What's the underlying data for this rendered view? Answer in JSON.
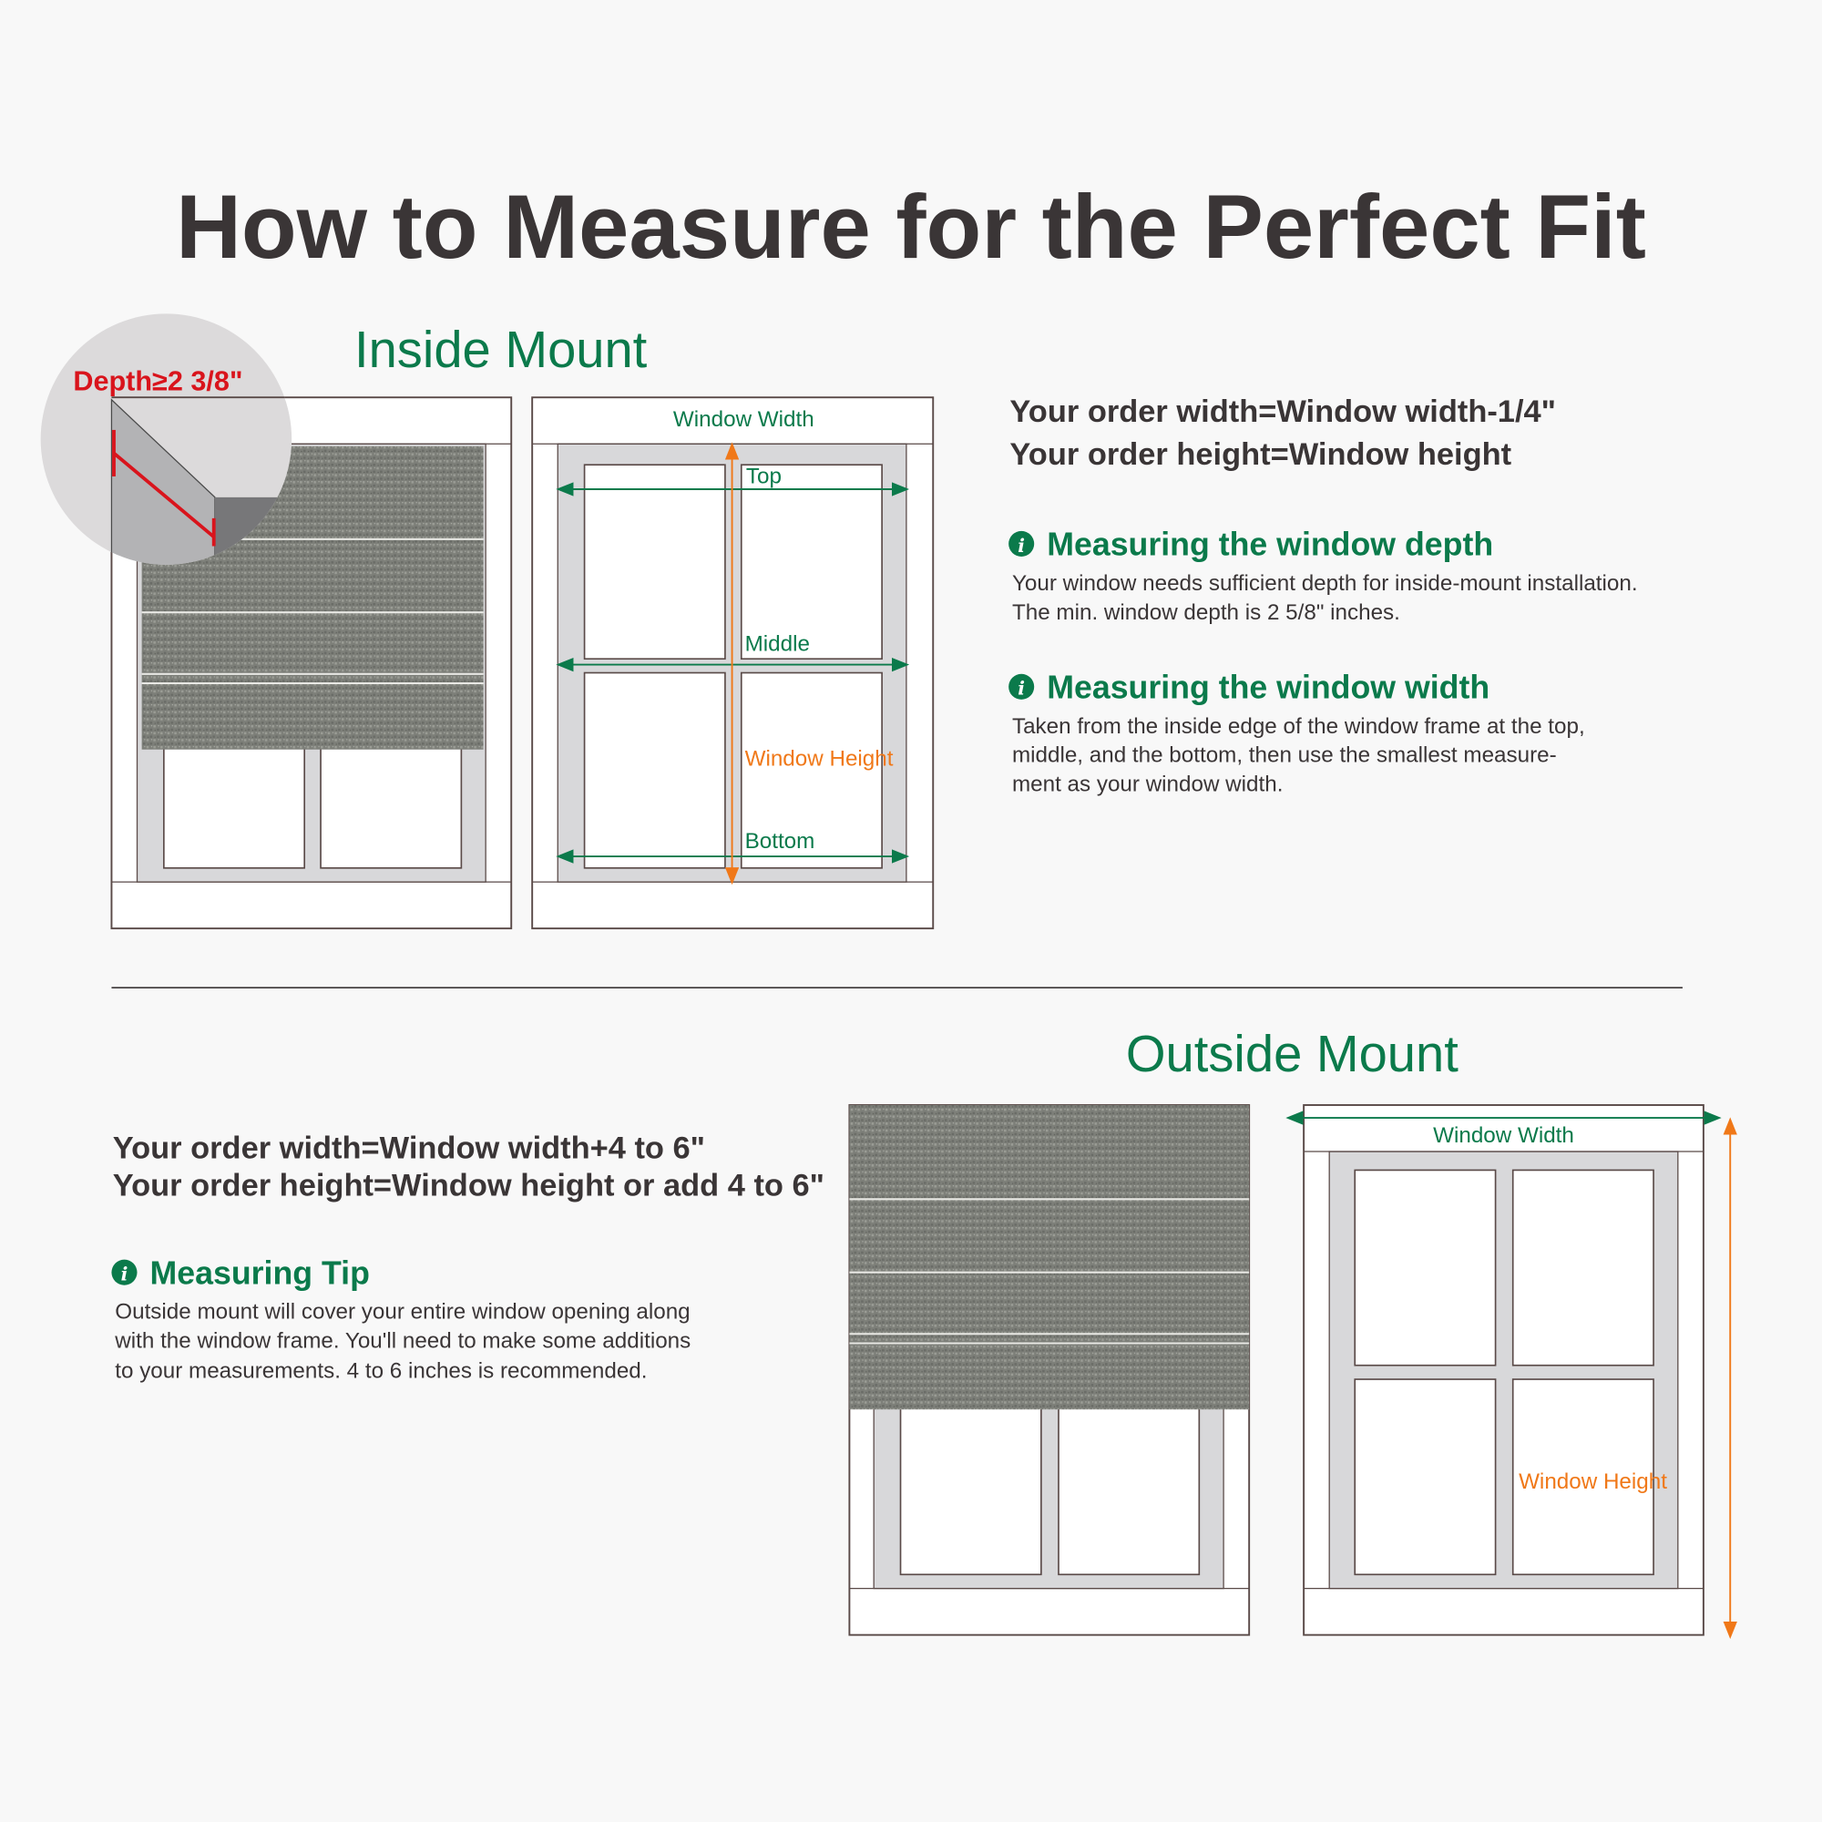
{
  "title": "How to Measure for the Perfect Fit",
  "inside_mount": {
    "heading": "Inside Mount",
    "depth_label": "Depth≥2 3/8\"",
    "diagram_labels": {
      "window_width": "Window Width",
      "top": "Top",
      "middle": "Middle",
      "window_height": "Window Height",
      "bottom": "Bottom"
    },
    "formula": [
      "Your order width=Window width-1/4\"",
      "Your order height=Window height"
    ],
    "tips": [
      {
        "heading": "Measuring the window depth",
        "lines": [
          "Your window needs sufficient depth for inside-mount installation.",
          "The min. window depth is 2 5/8\" inches."
        ]
      },
      {
        "heading": "Measuring the window width",
        "lines": [
          "Taken from the inside edge of the window frame at the top,",
          "middle, and the bottom, then use the smallest measure-",
          "ment as your window width."
        ]
      }
    ]
  },
  "outside_mount": {
    "heading": "Outside Mount",
    "formula": [
      "Your order width=Window width+4 to 6\"",
      "Your order height=Window height or add 4 to 6\""
    ],
    "tip": {
      "heading": "Measuring Tip",
      "lines": [
        "Outside mount will cover your entire window opening along",
        "with the window frame. You'll need to make some additions",
        "to your measurements. 4 to 6 inches is recommended."
      ]
    },
    "diagram_labels": {
      "window_width": "Window Width",
      "window_height": "Window Height"
    }
  },
  "colors": {
    "green": "#0b7a4b",
    "orange": "#f07818",
    "red": "#d9141c",
    "text": "#3a3536"
  }
}
